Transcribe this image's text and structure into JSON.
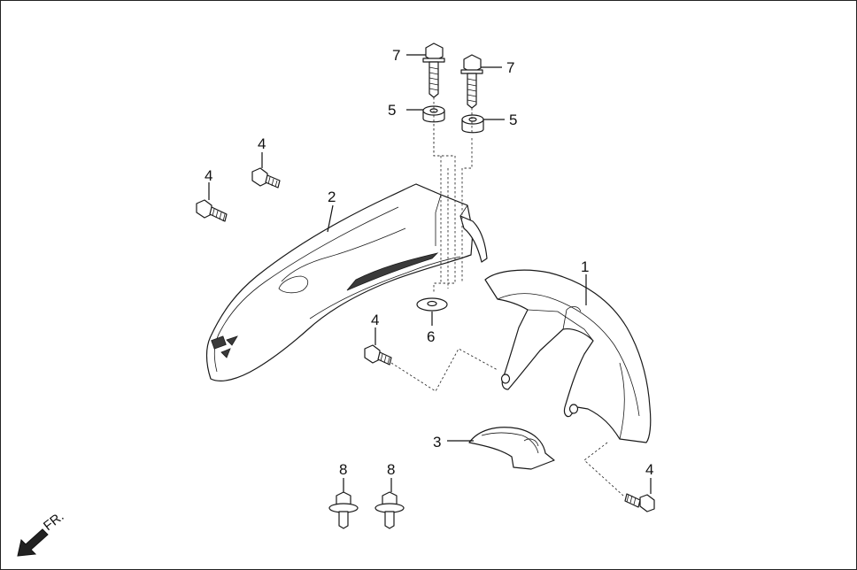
{
  "diagram": {
    "callouts": {
      "p1": "1",
      "p2": "2",
      "p3": "3",
      "p4a": "4",
      "p4b": "4",
      "p4c": "4",
      "p4d": "4",
      "p5a": "5",
      "p5b": "5",
      "p6": "6",
      "p7a": "7",
      "p7b": "7",
      "p8a": "8",
      "p8b": "8"
    },
    "direction_label": "FR."
  }
}
